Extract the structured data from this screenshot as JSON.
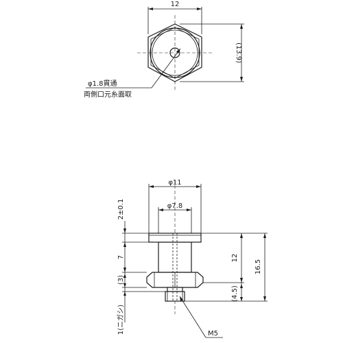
{
  "top_view": {
    "dim_width": "12",
    "dim_across_corners": "(13.9)",
    "note_hole": "φ1.8貫通",
    "note_chamfer": "両側口元糸面取"
  },
  "side_view": {
    "dim_flange_dia": "φ11",
    "dim_body_dia": "φ7.8",
    "dim_flange_thk": "2±0.1",
    "dim_body_len": "7",
    "dim_nut_h": "(3)",
    "dim_thread_len": "1(ニガシ)",
    "dim_upper_len": "12",
    "dim_total_len": "16.5",
    "dim_bottom_len": "(4.5)",
    "thread_callout": "M5"
  }
}
